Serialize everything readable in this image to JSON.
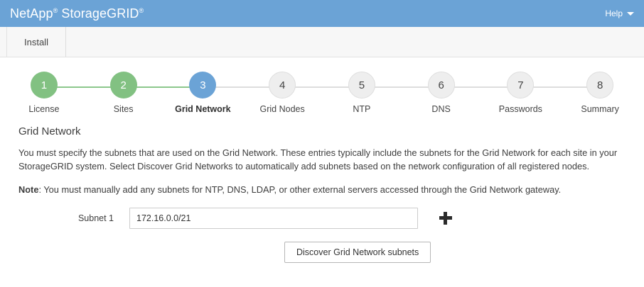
{
  "header": {
    "brand_word1": "NetApp",
    "brand_sup1": "®",
    "brand_word2": "StorageGRID",
    "brand_sup2": "®",
    "help_label": "Help",
    "help_icon": "chevron-down-icon",
    "background_color": "#6ba3d6"
  },
  "tabs": [
    {
      "label": "Install",
      "active": true
    }
  ],
  "stepper": {
    "colors": {
      "done": "#82c182",
      "active": "#6ba3d6",
      "todo": "#eeeeee"
    },
    "steps": [
      {
        "number": "1",
        "label": "License",
        "state": "done"
      },
      {
        "number": "2",
        "label": "Sites",
        "state": "done"
      },
      {
        "number": "3",
        "label": "Grid Network",
        "state": "active"
      },
      {
        "number": "4",
        "label": "Grid Nodes",
        "state": "todo"
      },
      {
        "number": "5",
        "label": "NTP",
        "state": "todo"
      },
      {
        "number": "6",
        "label": "DNS",
        "state": "todo"
      },
      {
        "number": "7",
        "label": "Passwords",
        "state": "todo"
      },
      {
        "number": "8",
        "label": "Summary",
        "state": "todo"
      }
    ]
  },
  "main": {
    "section_title": "Grid Network",
    "description": "You must specify the subnets that are used on the Grid Network. These entries typically include the subnets for the Grid Network for each site in your StorageGRID system. Select Discover Grid Networks to automatically add subnets based on the network configuration of all registered nodes.",
    "note_prefix": "Note",
    "note_text": ": You must manually add any subnets for NTP, DNS, LDAP, or other external servers accessed through the Grid Network gateway.",
    "subnet": {
      "label": "Subnet 1",
      "value": "172.16.0.0/21",
      "placeholder": "",
      "add_icon": "plus-icon"
    },
    "discover_button_label": "Discover Grid Network subnets"
  }
}
